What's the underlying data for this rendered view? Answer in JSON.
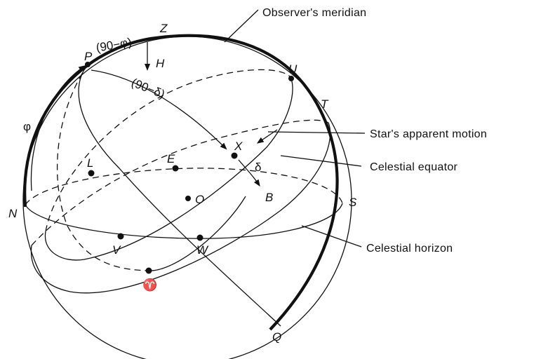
{
  "labels": {
    "Z": "Z",
    "P": "P",
    "H": "H",
    "U": "U",
    "T": "T",
    "X": "X",
    "L": "L",
    "E": "E",
    "B": "B",
    "O": "O",
    "N": "N",
    "S": "S",
    "V": "V",
    "W": "W",
    "aries": "♈",
    "Q": "Q",
    "phi": "φ",
    "colatitude": "(90−φ)",
    "polar_distance": "(90−δ)",
    "delta": "δ"
  },
  "callouts": {
    "meridian": "Observer's meridian",
    "star_motion": "Star's apparent motion",
    "equator": "Celestial equator",
    "horizon": "Celestial horizon"
  }
}
